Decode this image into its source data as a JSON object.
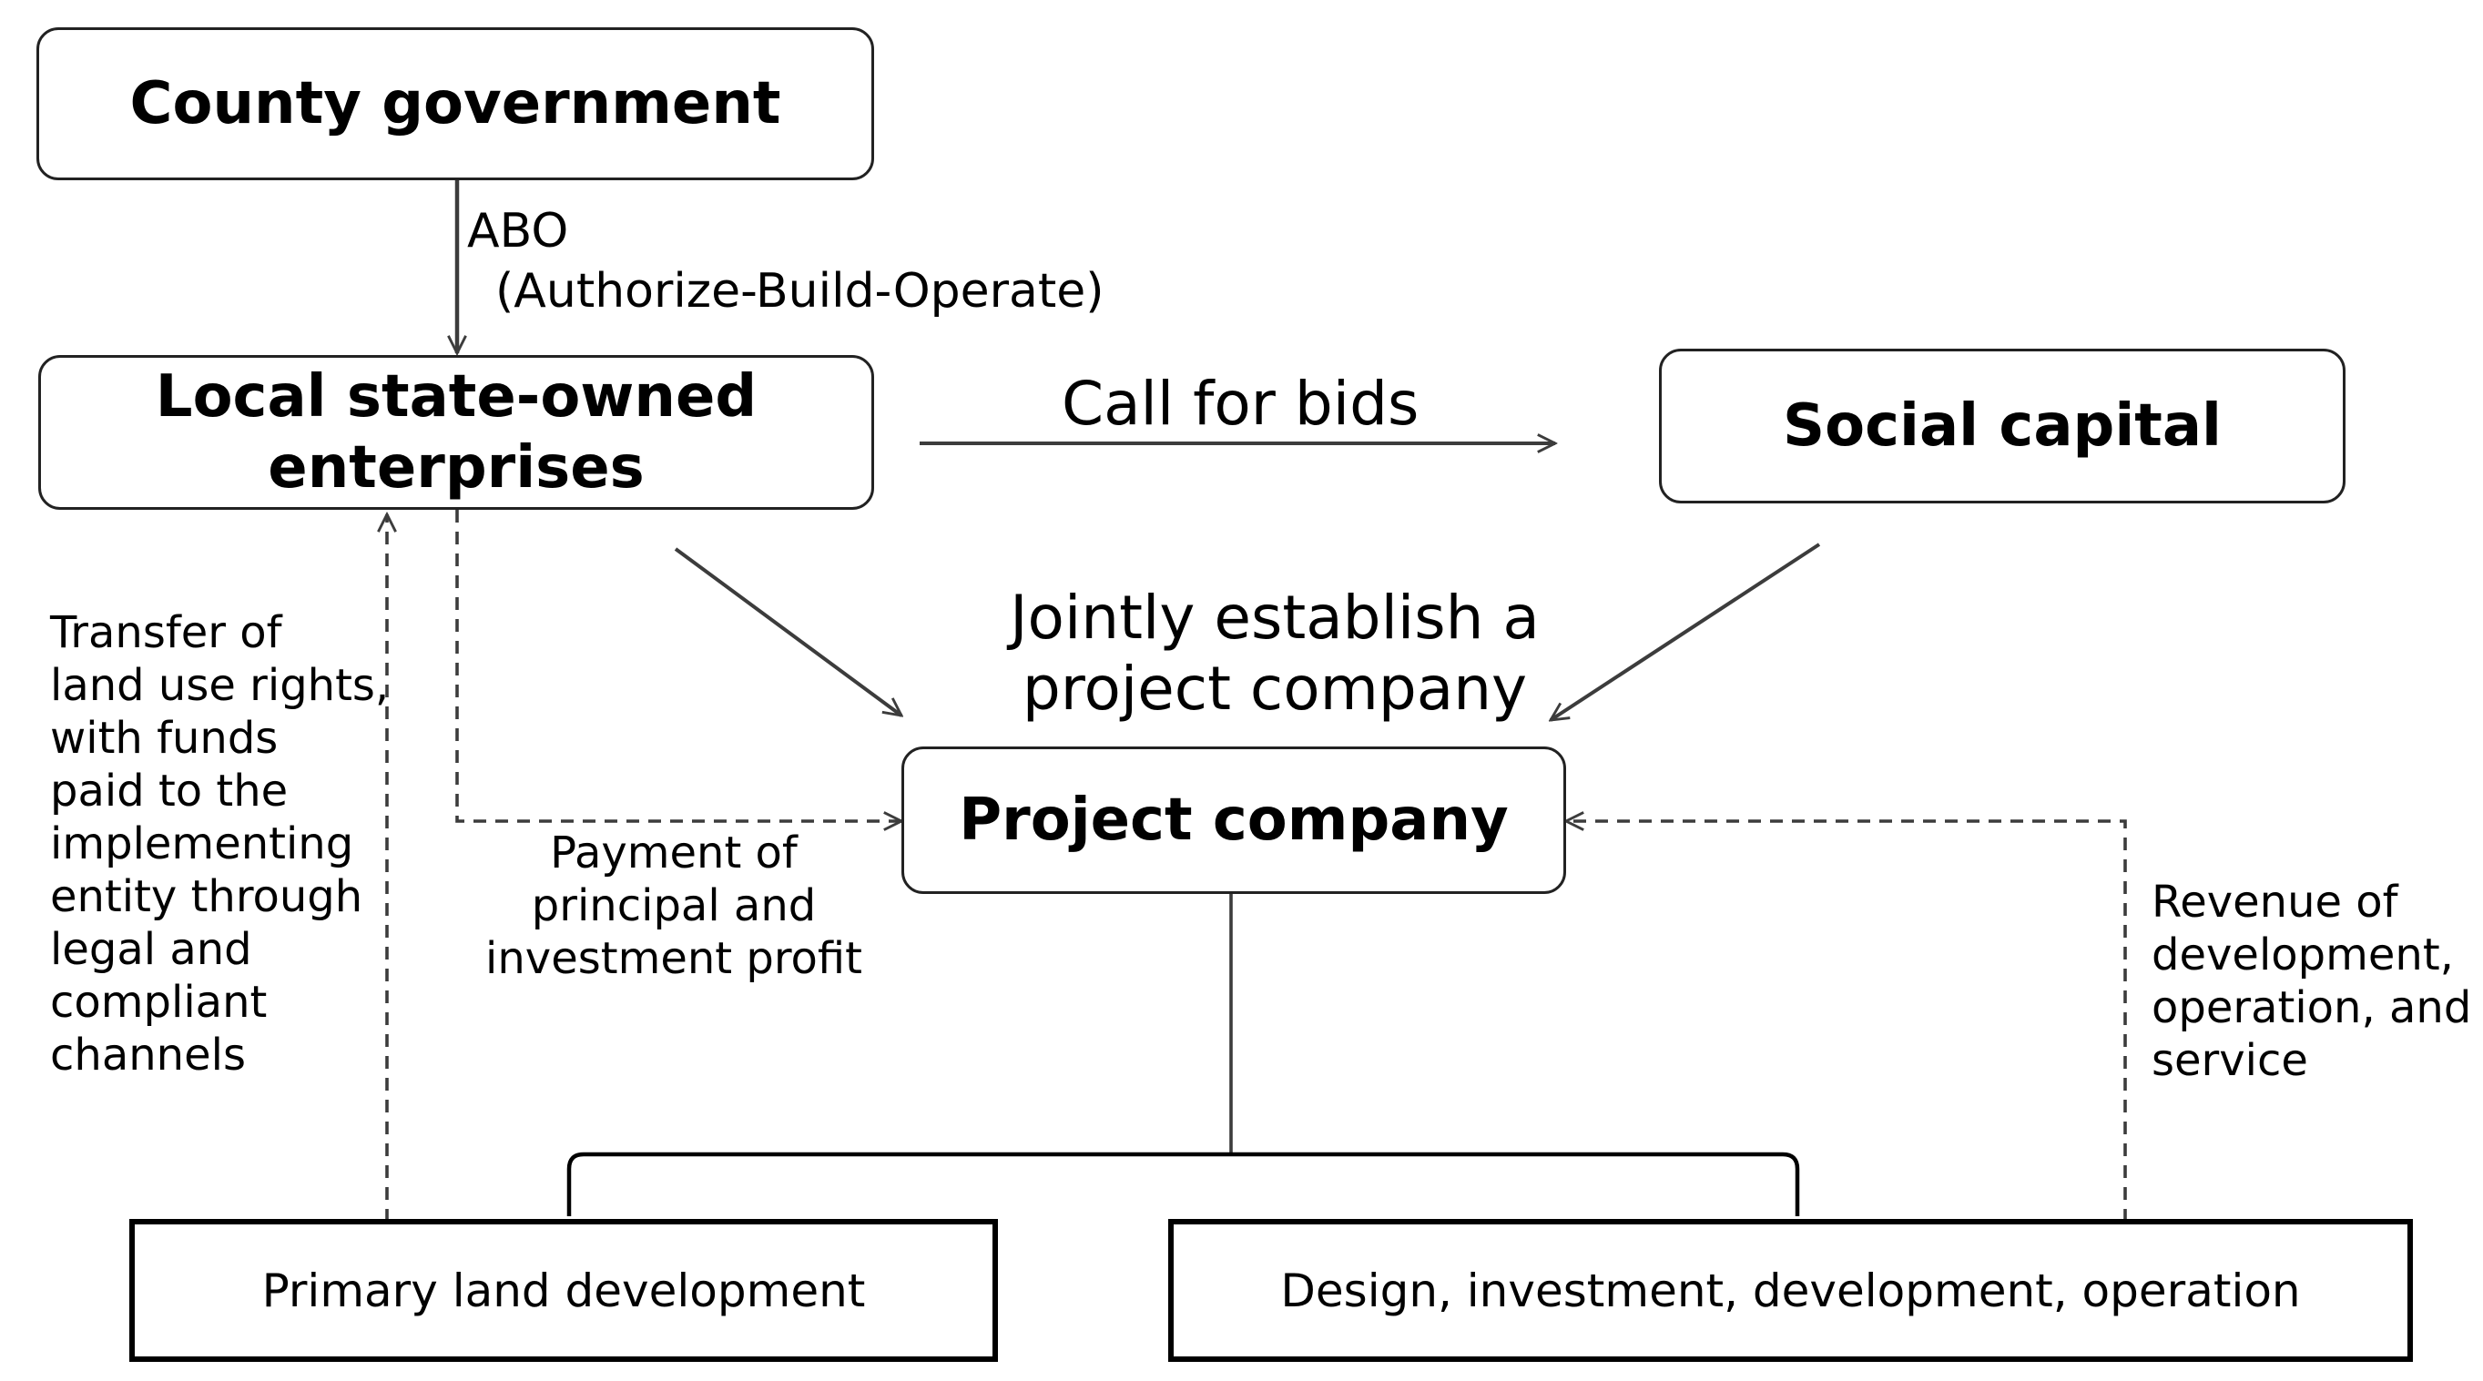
{
  "nodes": {
    "county_government": "County government",
    "local_soe": "Local state-owned\nenterprises",
    "social_capital": "Social capital",
    "project_company": "Project company",
    "primary_land_development": "Primary land development",
    "design_investment": "Design, investment, development, operation"
  },
  "edges": {
    "abo_line1": "ABO",
    "abo_line2": "(Authorize-Build-Operate)",
    "call_for_bids": "Call for bids",
    "jointly_establish": "Jointly establish a\nproject company",
    "transfer_land_rights": "Transfer of\nland use rights,\nwith funds\npaid to the\nimplementing\nentity through\nlegal and\ncompliant\nchannels",
    "payment_principal": "Payment of\nprincipal and\ninvestment profit",
    "revenue": "Revenue of\ndevelopment,\noperation, and\nservice"
  },
  "colors": {
    "line": "#3c3c3c",
    "box_border": "#222222"
  }
}
